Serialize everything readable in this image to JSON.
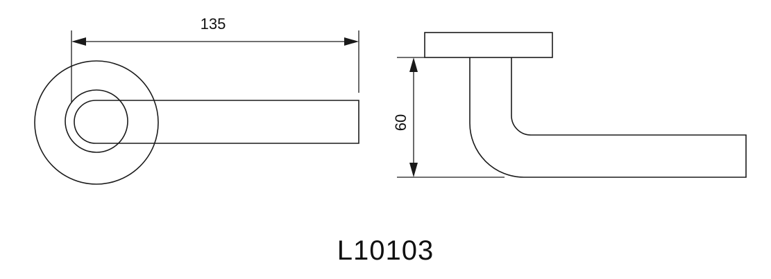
{
  "dimensions": {
    "length": "135",
    "height": "60"
  },
  "model_code": "L10103",
  "colors": {
    "line": "#1a1a1a",
    "background": "#ffffff"
  }
}
